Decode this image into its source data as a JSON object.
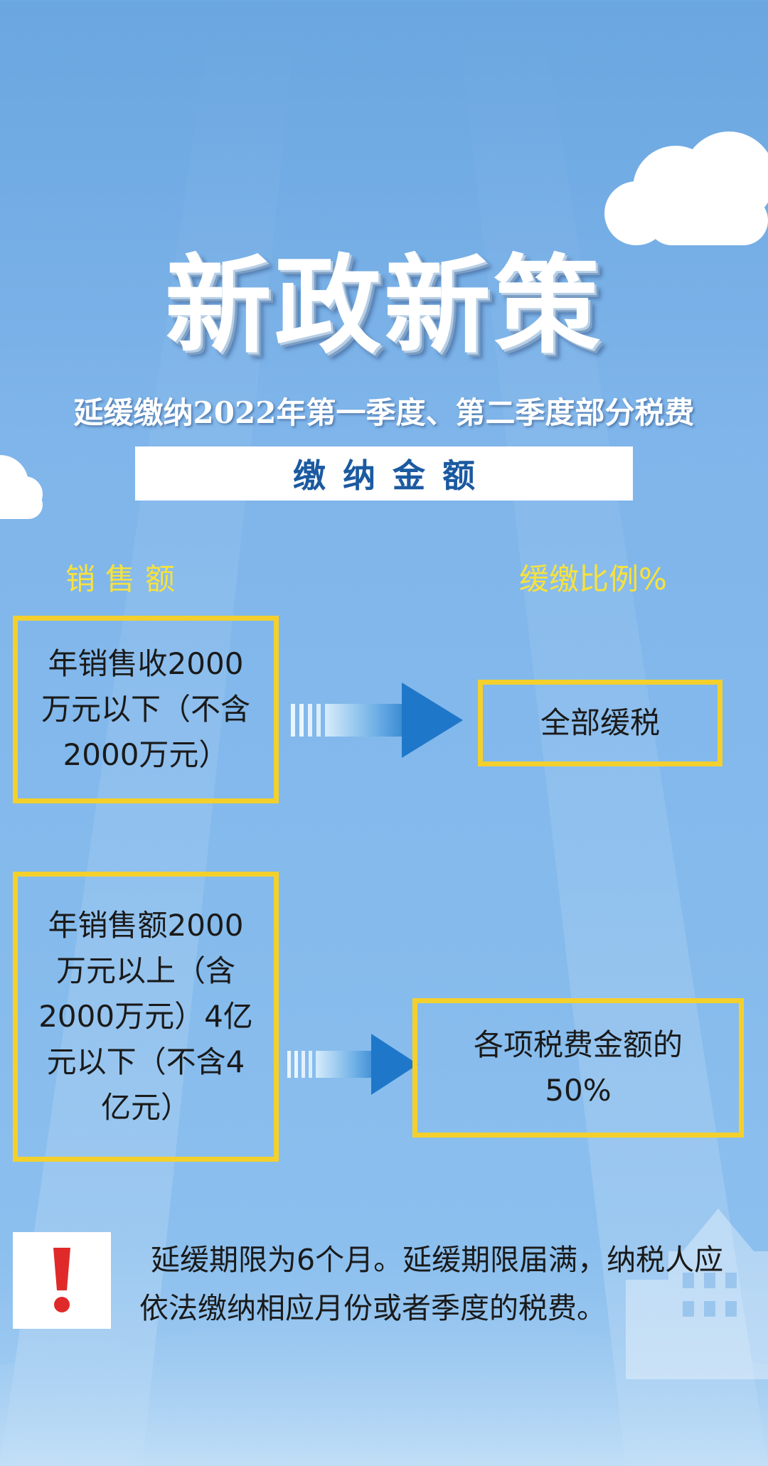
{
  "header": {
    "main_title": "新政新策",
    "subtitle": "延缓缴纳2022年第一季度、第二季度部分税费",
    "bar_label": "缴纳金额"
  },
  "columns": {
    "left_head": "销售额",
    "right_head": "缓缴比例%"
  },
  "rows": [
    {
      "condition": "年销售收2000万元以下（不含2000万元）",
      "ratio": "全部缓税"
    },
    {
      "condition": "年销售额2000万元以上（含2000万元）4亿元以下（不含4亿元）",
      "ratio": "各项税费金额的50%"
    }
  ],
  "note": {
    "icon": "exclamation-icon",
    "text": "延缓期限为6个月。延缓期限届满，纳税人应依法缴纳相应月份或者季度的税费。"
  },
  "colors": {
    "accent_yellow": "#f4d02d",
    "column_head_yellow": "#f7e23d",
    "bar_text_blue": "#1b5aa0",
    "alert_red": "#e02a2a"
  }
}
